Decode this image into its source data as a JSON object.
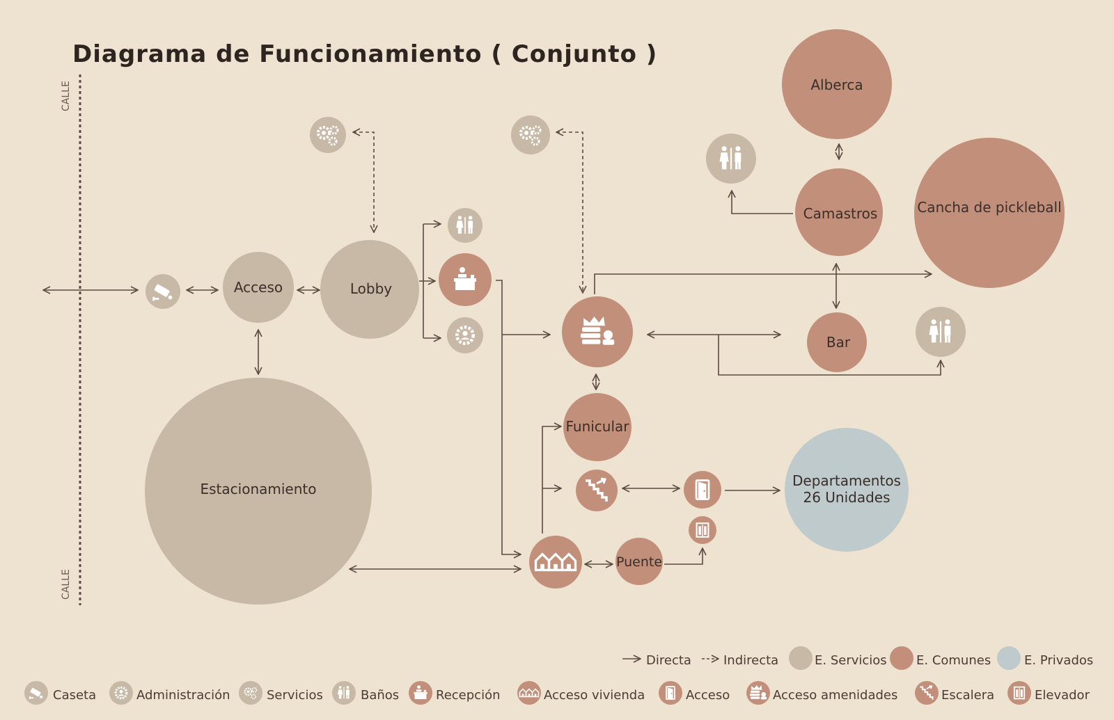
{
  "title": "Diagrama de Funcionamiento ( Conjunto )",
  "street_labels": {
    "top": "CALLE",
    "bottom": "CALLE"
  },
  "colors": {
    "background": "#EEE3D0",
    "servicios": "#C8B8A6",
    "comunes": "#C28F7A",
    "privados": "#BECACB",
    "line": "#5A4A42"
  },
  "nodes": {
    "acceso": "Acceso",
    "lobby": "Lobby",
    "estacionamiento": "Estacionamiento",
    "alberca": "Alberca",
    "camastros": "Camastros",
    "cancha": "Cancha de pickleball",
    "bar": "Bar",
    "funicular": "Funicular",
    "puente": "Puente",
    "departamentos_1": "Departamentos",
    "departamentos_2": "26 Unidades"
  },
  "legend": {
    "directa": "Directa",
    "indirecta": "Indirecta",
    "e_servicios": "E. Servicios",
    "e_comunes": "E. Comunes",
    "e_privados": "E. Privados",
    "icons": [
      {
        "icon": "caseta-icon",
        "label": "Caseta"
      },
      {
        "icon": "administracion-icon",
        "label": "Administración"
      },
      {
        "icon": "servicios-icon",
        "label": "Servicios"
      },
      {
        "icon": "banos-icon",
        "label": "Baños"
      },
      {
        "icon": "recepcion-icon",
        "label": "Recepción"
      },
      {
        "icon": "acceso-vivienda-icon",
        "label": "Acceso vivienda"
      },
      {
        "icon": "acceso-icon",
        "label": "Acceso"
      },
      {
        "icon": "acceso-amenidades-icon",
        "label": "Acceso amenidades"
      },
      {
        "icon": "escalera-icon",
        "label": "Escalera"
      },
      {
        "icon": "elevador-icon",
        "label": "Elevador"
      }
    ]
  }
}
